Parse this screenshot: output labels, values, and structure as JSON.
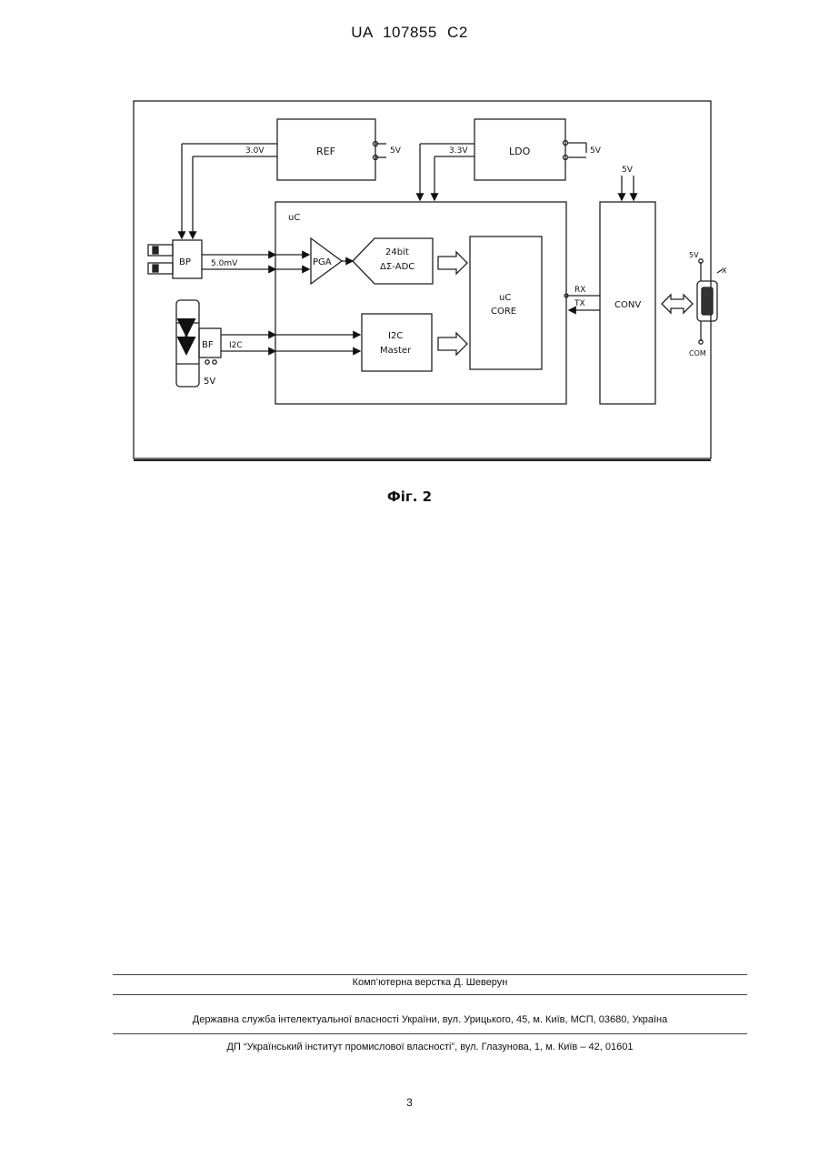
{
  "header": {
    "patent_number": "UA   107855   C2"
  },
  "diagram": {
    "ref_label": "REF",
    "ldo_label": "LDO",
    "ref_voltage": "3.0V",
    "ldo_voltage": "3.3V",
    "ref_supply": "5V",
    "ldo_supply": "5V",
    "conv_supply": "5V",
    "uc_label": "uC",
    "pga_label": "PGA",
    "adc_line1": "24bit",
    "adc_line2": "ΔΣ-ADC",
    "core_line1": "uC",
    "core_line2": "CORE",
    "i2c_line1": "I2C",
    "i2c_line2": "Master",
    "bp_label": "BP",
    "bp_signal": "5.0mV",
    "bf_label": "BF",
    "bf_signal": "I2C",
    "bf_supply": "5V",
    "rx_label": "RX",
    "tx_label": "TX",
    "conv_label": "CONV",
    "connector_5v": "5V",
    "connector_com": "COM",
    "connector_label": "X"
  },
  "figure_caption": "Фіг. 2",
  "footer": {
    "typesetter": "Комп’ютерна верстка Д. Шеверун",
    "agency": "Державна служба інтелектуальної власності України, вул. Урицького, 45, м. Київ, МСП, 03680, Україна",
    "institute": "ДП “Український інститут промислової власності”, вул. Глазунова, 1, м. Київ – 42, 01601"
  },
  "page_number": "3"
}
